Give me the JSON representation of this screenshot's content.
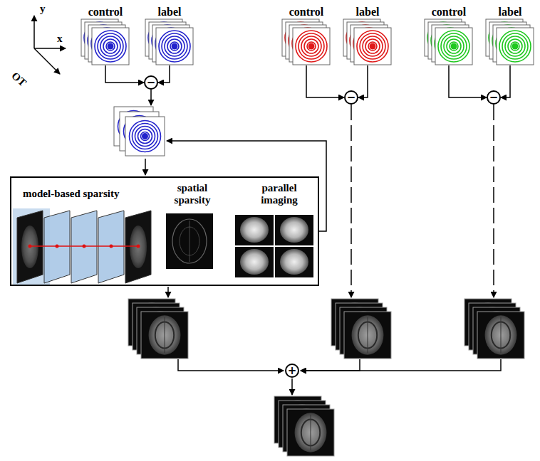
{
  "diagram": {
    "nodes": [
      {
        "text": [
          "control"
        ]
      },
      {
        "text": [
          "label"
        ]
      },
      {
        "text": [
          "−"
        ]
      },
      {
        "text": [
          "control"
        ]
      },
      {
        "text": [
          "label"
        ]
      },
      {
        "text": [
          "−"
        ]
      },
      {
        "text": [
          "control"
        ]
      },
      {
        "text": [
          "label"
        ]
      },
      {
        "text": [
          "−"
        ]
      },
      {
        "text": [
          "model-based sparsity",
          "spatial sparsity",
          "parallel imaging"
        ]
      },
      {
        "text": [
          "+"
        ]
      }
    ],
    "edges": [
      {
        "from": 0,
        "to": 2,
        "arrow": "to"
      },
      {
        "from": 1,
        "to": 2,
        "arrow": "to"
      },
      {
        "from": 3,
        "to": 5,
        "arrow": "to"
      },
      {
        "from": 4,
        "to": 5,
        "arrow": "to"
      },
      {
        "from": 6,
        "to": 8,
        "arrow": "to"
      },
      {
        "from": 7,
        "to": 8,
        "arrow": "to"
      }
    ],
    "labels": [
      "y",
      "x",
      "OT"
    ]
  }
}
